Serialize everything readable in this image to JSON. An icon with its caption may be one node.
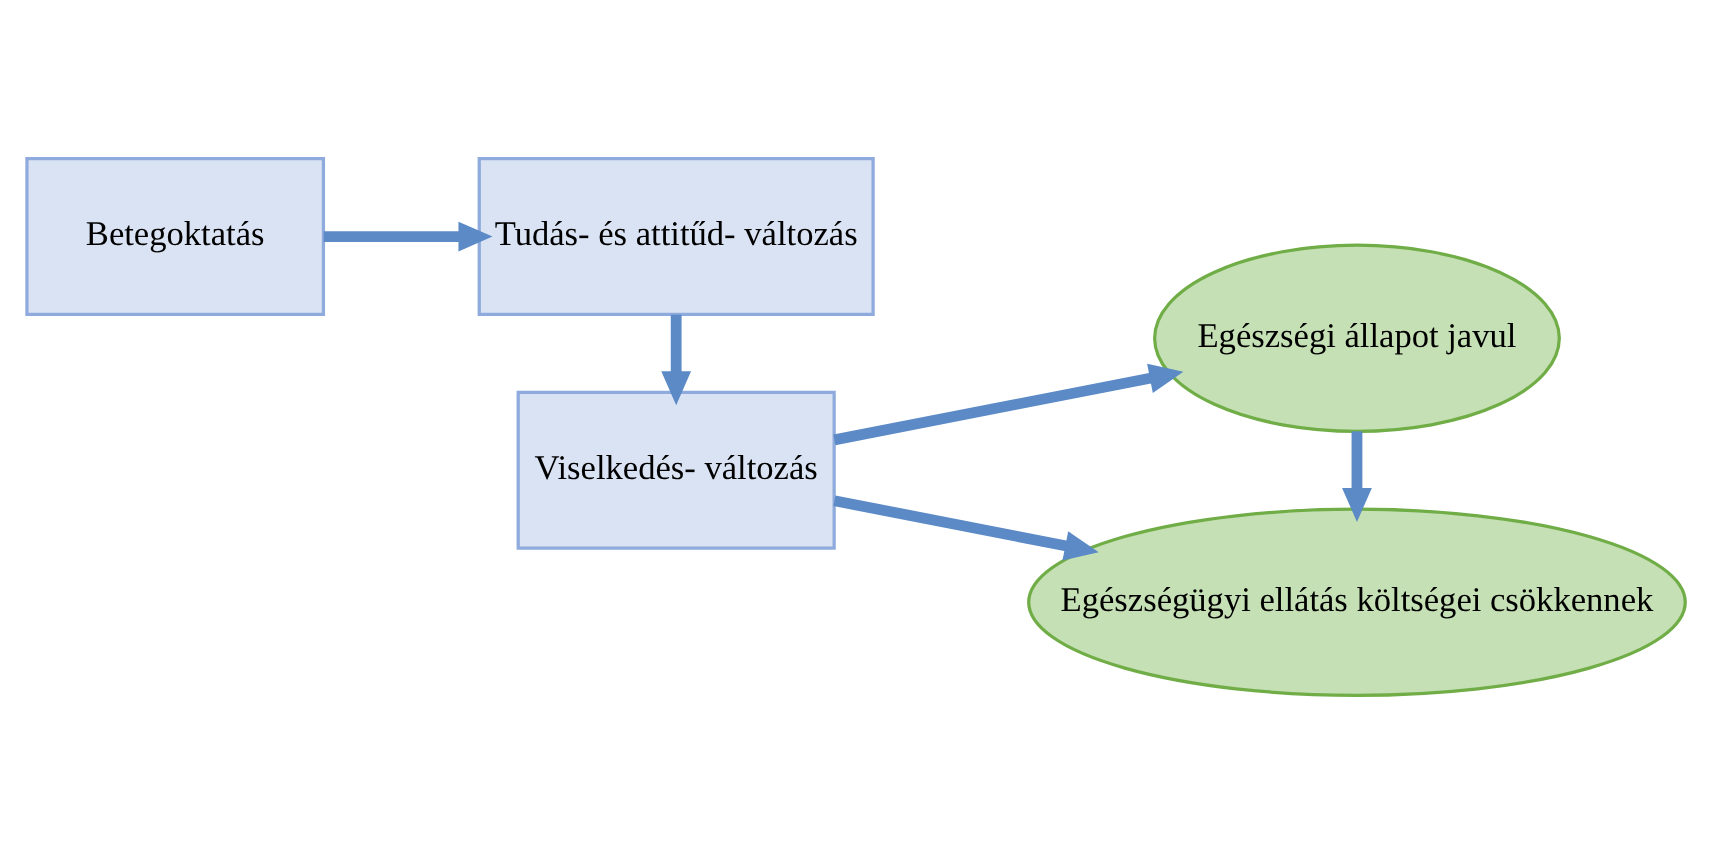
{
  "diagram": {
    "nodes": [
      {
        "text": [
          "Betegoktatás"
        ]
      },
      {
        "text": [
          "Tudás- és attitűd- változás"
        ]
      },
      {
        "text": [
          "Viselkedés- változás"
        ]
      },
      {
        "text": [
          "Egészségi állapot javul"
        ]
      },
      {
        "text": [
          "Egészségügyi ellátás költségei csökkennek"
        ]
      }
    ],
    "edges": [
      {
        "from": 0,
        "to": 1,
        "arrow": "to"
      },
      {
        "from": 1,
        "to": 2,
        "arrow": "to"
      },
      {
        "from": 2,
        "to": 3,
        "arrow": "to"
      },
      {
        "from": 2,
        "to": 4,
        "arrow": "to"
      },
      {
        "from": 3,
        "to": 4,
        "arrow": "to"
      }
    ]
  }
}
